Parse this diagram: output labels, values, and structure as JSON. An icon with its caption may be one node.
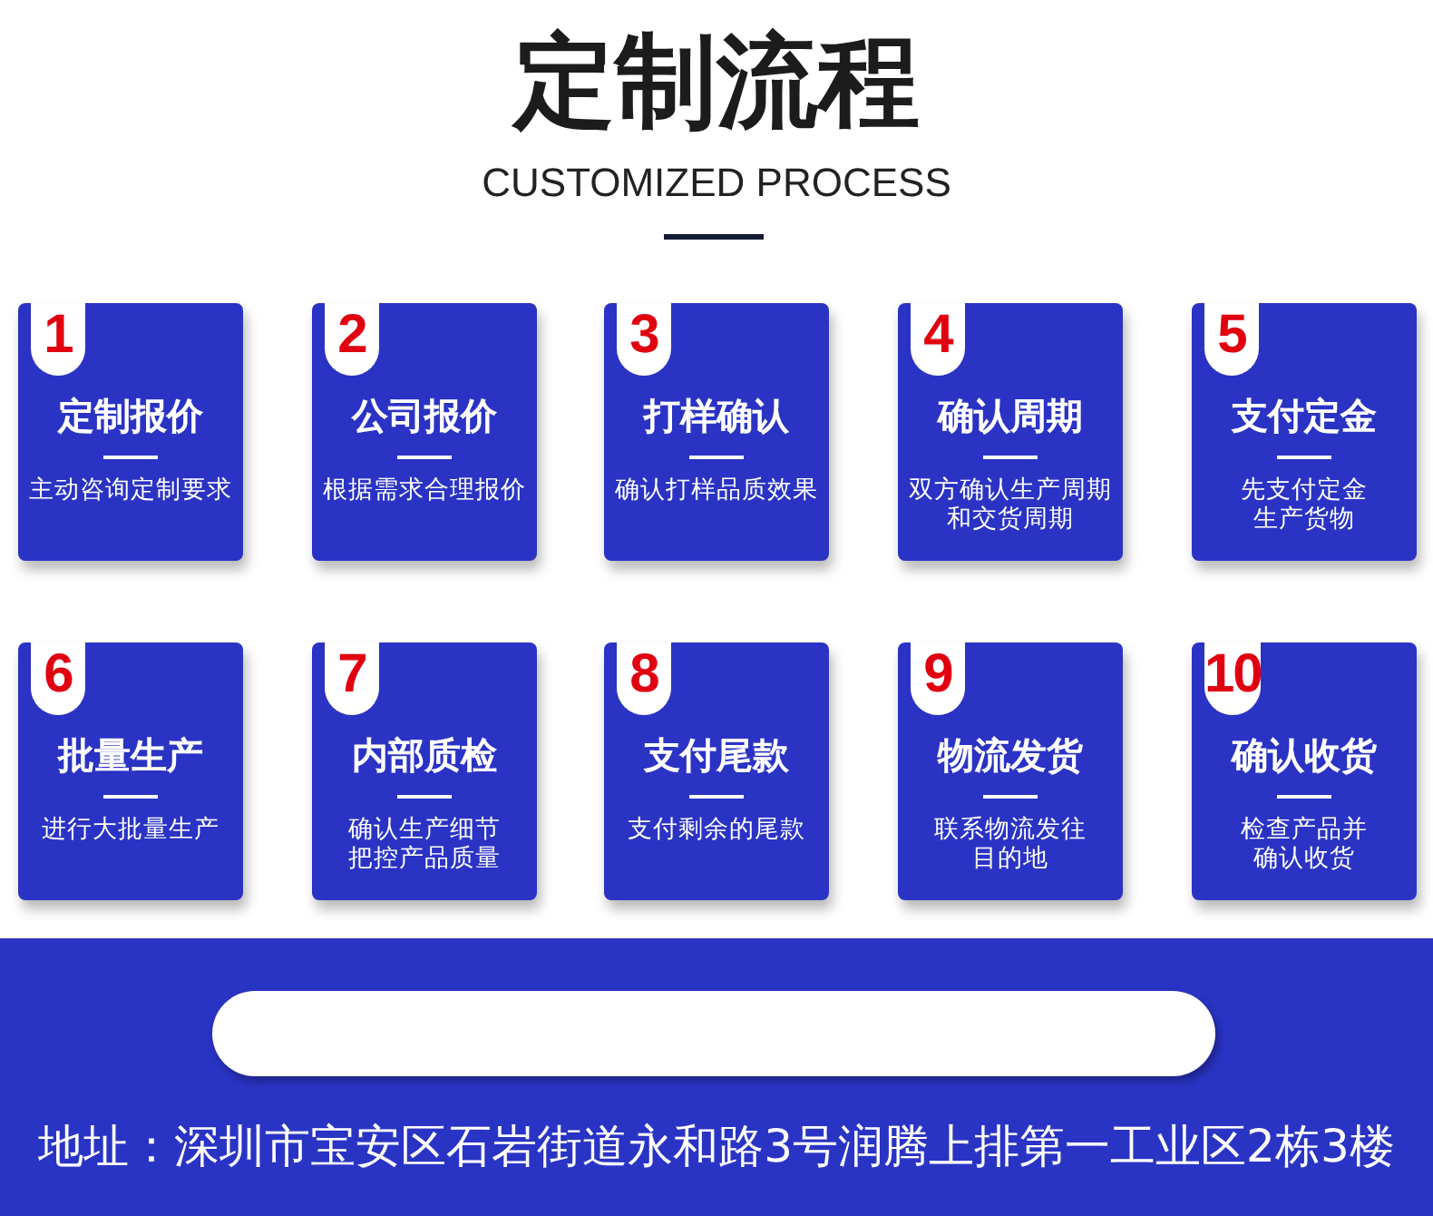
{
  "diagram": {
    "title": "定制流程",
    "nodes": [
      {
        "text": [
          "定制报价",
          "主动咨询定制要求"
        ]
      },
      {
        "text": [
          "1"
        ],
        "in": 0
      },
      {
        "text": [
          "公司报价",
          "根据需求合理报价"
        ]
      },
      {
        "text": [
          "2"
        ],
        "in": 2
      },
      {
        "text": [
          "打样确认",
          "确认打样品质效果"
        ]
      },
      {
        "text": [
          "3"
        ],
        "in": 4
      },
      {
        "text": [
          "确认周期",
          "双方确认生产周期和交货周期"
        ]
      },
      {
        "text": [
          "4"
        ],
        "in": 6
      },
      {
        "text": [
          "支付定金",
          "先支付定金生产货物"
        ]
      },
      {
        "text": [
          "5"
        ],
        "in": 8
      },
      {
        "text": [
          "批量生产",
          "进行大批量生产"
        ]
      },
      {
        "text": [
          "6"
        ],
        "in": 10
      },
      {
        "text": [
          "内部质检",
          "确认生产细节把控产品质量"
        ]
      },
      {
        "text": [
          "7"
        ],
        "in": 12
      },
      {
        "text": [
          "支付尾款",
          "支付剩余的尾款"
        ]
      },
      {
        "text": [
          "8"
        ],
        "in": 14
      },
      {
        "text": [
          "物流发货",
          "联系物流发往目的地"
        ]
      },
      {
        "text": [
          "9"
        ],
        "in": 16
      },
      {
        "text": [
          "确认收货",
          "检查产品并确认收货"
        ]
      },
      {
        "text": [
          "10"
        ],
        "in": 18
      },
      {
        "text": [
          "地址：深圳市宝安区石岩街道永和路3号润腾上排第一工业区2栋3楼"
        ]
      },
      {
        "text": [],
        "shape": "box",
        "in": 20
      }
    ],
    "labels": [
      "CUSTOMIZED PROCESS"
    ]
  }
}
